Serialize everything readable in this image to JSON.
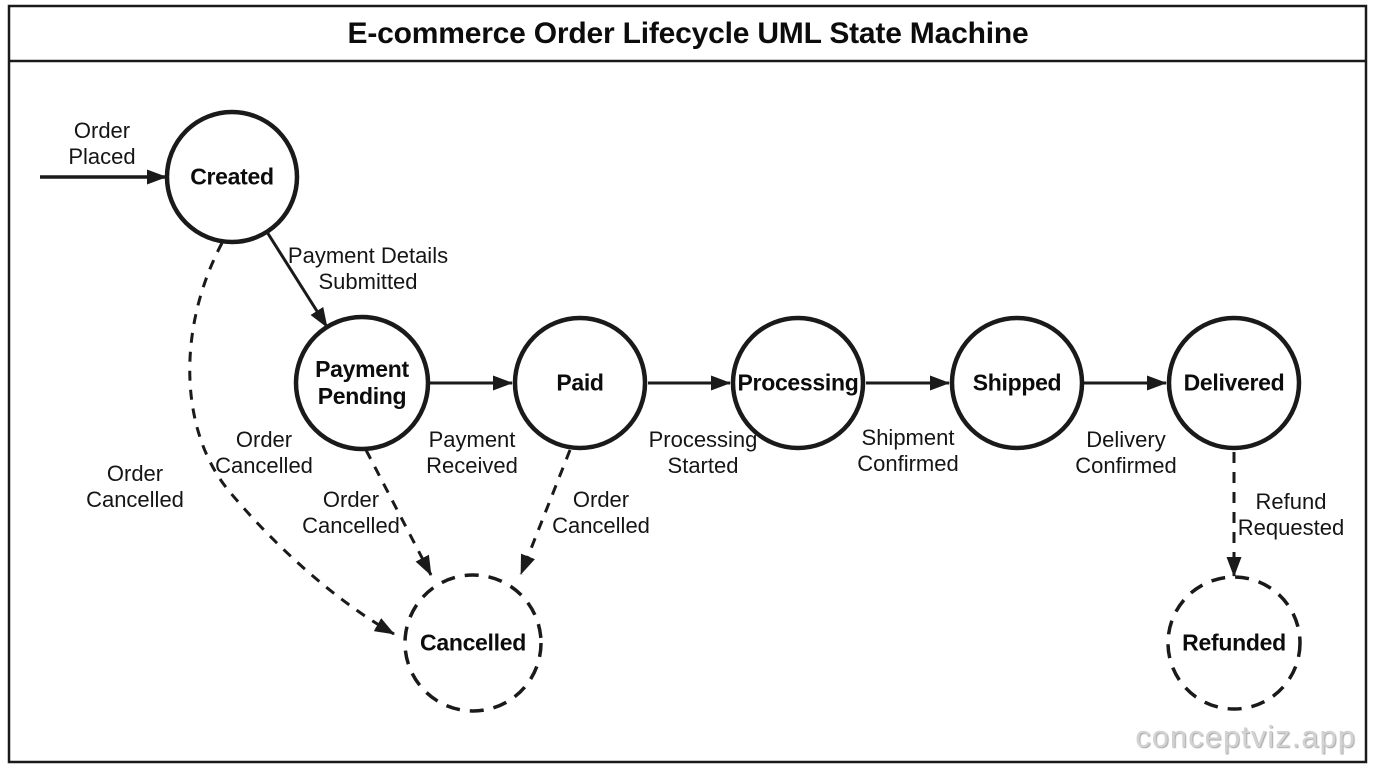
{
  "title": "E-commerce Order Lifecycle UML State Machine",
  "watermark": "conceptviz.app",
  "colors": {
    "stroke": "#1a1a1a",
    "text": "#111111",
    "background": "#ffffff",
    "watermark": "#d2d2d2"
  },
  "diagram": {
    "type": "uml-state-machine",
    "states": [
      {
        "id": "created",
        "label": "Created",
        "style": "solid"
      },
      {
        "id": "payment-pending",
        "label": "Payment Pending",
        "style": "solid"
      },
      {
        "id": "paid",
        "label": "Paid",
        "style": "solid"
      },
      {
        "id": "processing",
        "label": "Processing",
        "style": "solid"
      },
      {
        "id": "shipped",
        "label": "Shipped",
        "style": "solid"
      },
      {
        "id": "delivered",
        "label": "Delivered",
        "style": "solid"
      },
      {
        "id": "cancelled",
        "label": "Cancelled",
        "style": "dashed"
      },
      {
        "id": "refunded",
        "label": "Refunded",
        "style": "dashed"
      }
    ],
    "transitions": [
      {
        "from": "initial",
        "to": "created",
        "label": "Order Placed",
        "style": "solid"
      },
      {
        "from": "created",
        "to": "payment-pending",
        "label": "Payment Details Submitted",
        "style": "solid"
      },
      {
        "from": "payment-pending",
        "to": "paid",
        "label": "Payment Received",
        "style": "solid"
      },
      {
        "from": "paid",
        "to": "processing",
        "label": "Processing Started",
        "style": "solid"
      },
      {
        "from": "processing",
        "to": "shipped",
        "label": "Shipment Confirmed",
        "style": "solid"
      },
      {
        "from": "shipped",
        "to": "delivered",
        "label": "Delivery Confirmed",
        "style": "solid"
      },
      {
        "from": "delivered",
        "to": "refunded",
        "label": "Refund Requested",
        "style": "dashed"
      },
      {
        "from": "created",
        "to": "cancelled",
        "label": "Order Cancelled",
        "label_outer": "Order Cancelled",
        "style": "dashed"
      },
      {
        "from": "payment-pending",
        "to": "cancelled",
        "label": "Order Cancelled",
        "style": "dashed"
      },
      {
        "from": "paid",
        "to": "cancelled",
        "label": "Order Cancelled",
        "style": "dashed"
      }
    ]
  }
}
